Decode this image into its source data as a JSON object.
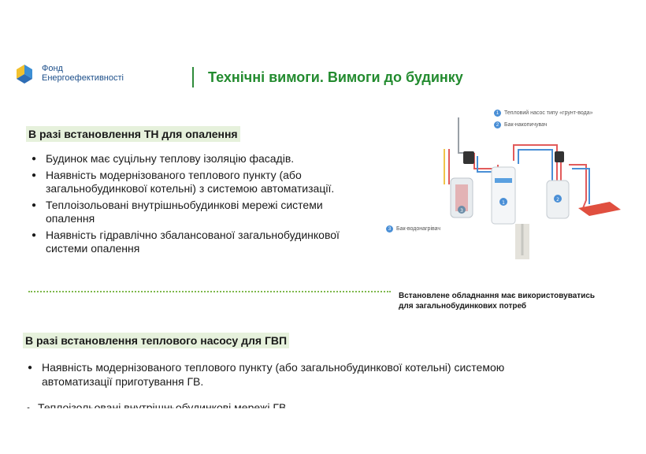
{
  "header": {
    "logo_line1": "Фонд",
    "logo_line2": "Енергоефективності",
    "title": "Технічні вимоги. Вимоги до будинку"
  },
  "section1": {
    "heading": "В разі встановлення ТН для опалення",
    "items": [
      "Будинок має суцільну теплову ізоляцію фасадів.",
      "Наявність модернізованого теплового пункту (або загальнобудинкової котельні) з системою автоматизації.",
      "Теплоізольовані внутрішньобудинкові мережі системи опалення",
      "Наявність гідравлічно збалансованої загальнобудинкової системи опалення"
    ]
  },
  "diagram": {
    "legend": [
      {
        "num": "1",
        "label": "Тепловий насос типу «грунт-вода»"
      },
      {
        "num": "2",
        "label": "Бак-накопичувач"
      },
      {
        "num": "3",
        "label": "Бак-водонагрівач"
      }
    ],
    "caption_line1": "Встановлене обладнання має використовуватись",
    "caption_line2": "для загальнобудинкових потреб"
  },
  "section2": {
    "heading": "В разі встановлення теплового насосу для ГВП",
    "items": [
      "Наявність модернізованого теплового пункту (або загальнобудинкової котельні) системою автоматизації приготування ГВ."
    ],
    "cutoff_text": "Теплоізольовані внутрішньобудинкові мережі ГВ"
  },
  "colors": {
    "title_green": "#238b2f",
    "highlight_bg": "#e6f1dc",
    "logo_blue": "#1d4f8a",
    "logo_yellow": "#f2c12e"
  }
}
